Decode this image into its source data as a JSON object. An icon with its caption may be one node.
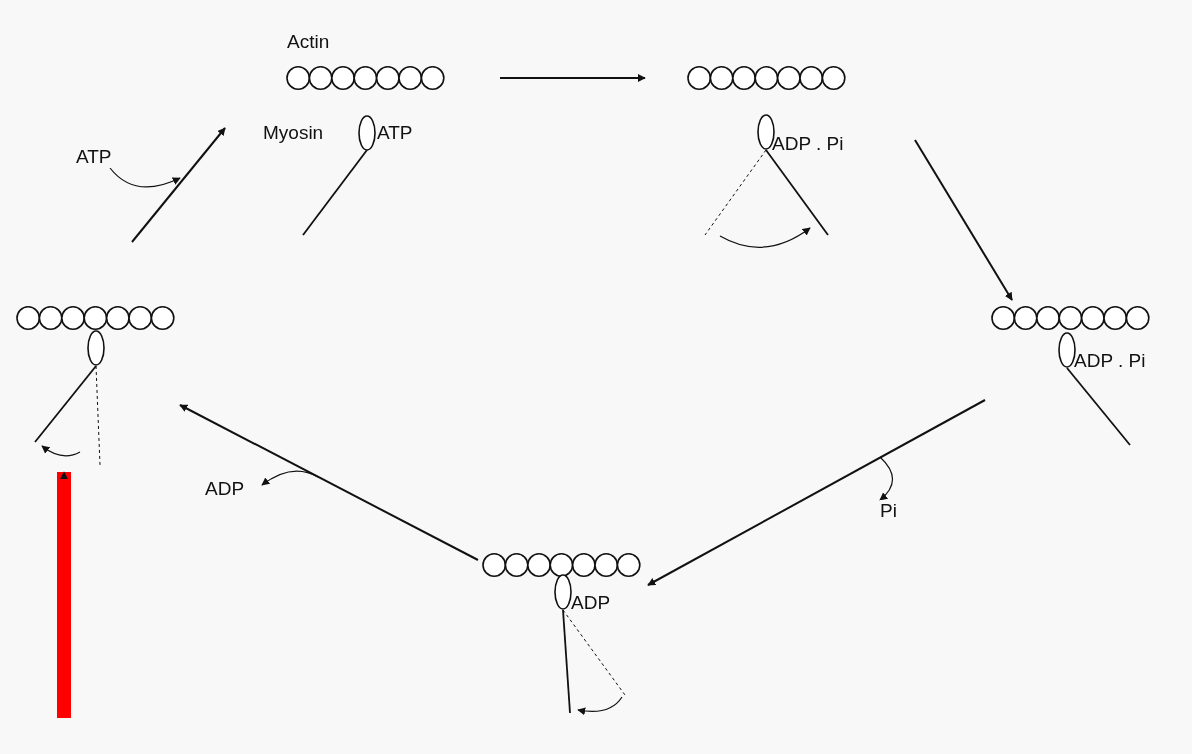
{
  "diagram": {
    "nodes": [
      {
        "text": [
          "Actin",
          "Myosin",
          "ATP"
        ]
      },
      {
        "text": [
          "ADP . Pi"
        ]
      },
      {
        "text": [
          "ADP . Pi"
        ]
      },
      {
        "text": [
          "ADP"
        ]
      },
      {
        "text": [],
        "shape": "picture"
      }
    ],
    "edges": [
      {
        "from": 0,
        "to": 1,
        "arrow": "to"
      },
      {
        "from": 1,
        "to": 2,
        "arrow": "to"
      },
      {
        "from": 2,
        "to": 3,
        "arrow": "to",
        "label": "Pi"
      },
      {
        "from": 3,
        "to": 4,
        "arrow": "to",
        "label": "ADP"
      },
      {
        "from": 4,
        "to": 0,
        "arrow": "to",
        "label": "ATP"
      },
      {
        "from": null,
        "to": 4,
        "arrow": "to",
        "style": "thick",
        "color": "#ff0000"
      }
    ]
  }
}
